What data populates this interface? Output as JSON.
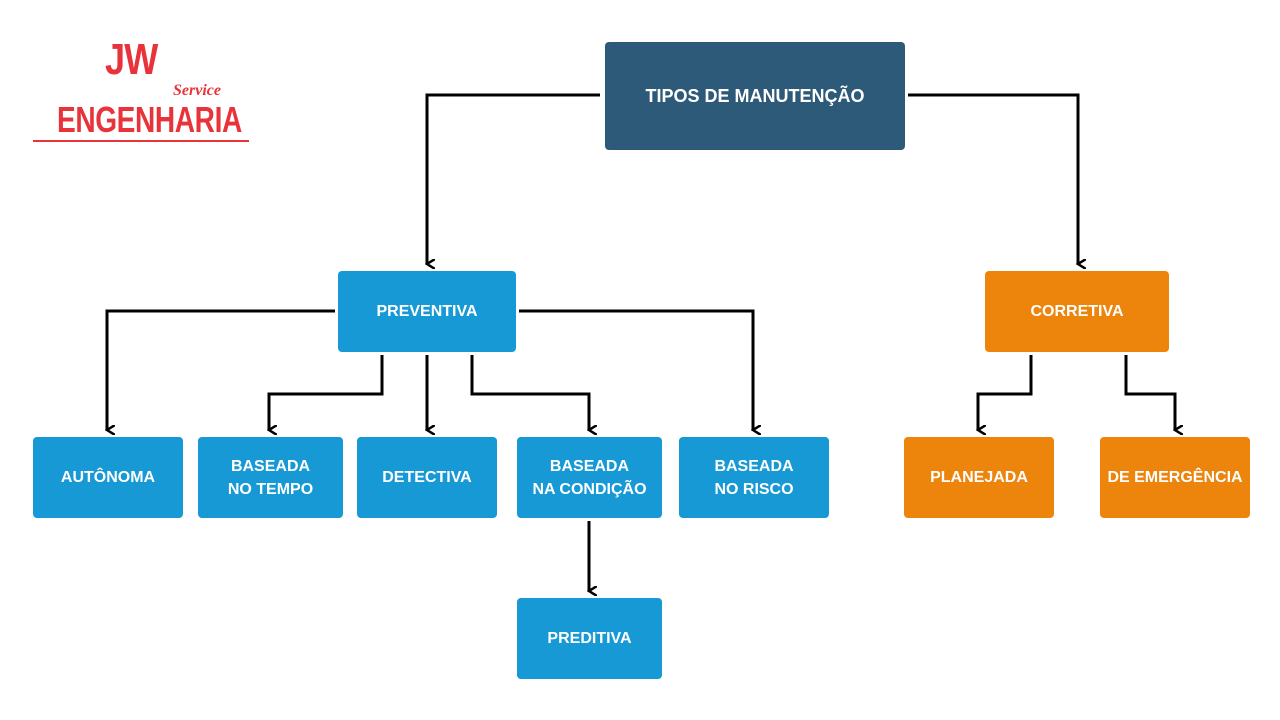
{
  "logo": {
    "jw": "JW",
    "service": "Service",
    "engenharia": "ENGENHARIA"
  },
  "nodes": {
    "root": {
      "line1": "TIPOS DE MANUTENÇÃO"
    },
    "preventiva": {
      "line1": "PREVENTIVA"
    },
    "corretiva": {
      "line1": "CORRETIVA"
    },
    "autonoma": {
      "line1": "AUTÔNOMA"
    },
    "tempo": {
      "line1": "BASEADA",
      "line2": "NO TEMPO"
    },
    "detectiva": {
      "line1": "DETECTIVA"
    },
    "condicao": {
      "line1": "BASEADA",
      "line2": "NA CONDIÇÃO"
    },
    "risco": {
      "line1": "BASEADA",
      "line2": "NO RISCO"
    },
    "preditiva": {
      "line1": "PREDITIVA"
    },
    "planejada": {
      "line1": "PLANEJADA"
    },
    "emergencia": {
      "line1": "DE EMERGÊNCIA"
    }
  },
  "edges": [
    {
      "from": "TIPOS DE MANUTENÇÃO",
      "to": "PREVENTIVA"
    },
    {
      "from": "TIPOS DE MANUTENÇÃO",
      "to": "CORRETIVA"
    },
    {
      "from": "PREVENTIVA",
      "to": "AUTÔNOMA"
    },
    {
      "from": "PREVENTIVA",
      "to": "BASEADA NO TEMPO"
    },
    {
      "from": "PREVENTIVA",
      "to": "DETECTIVA"
    },
    {
      "from": "PREVENTIVA",
      "to": "BASEADA NA CONDIÇÃO"
    },
    {
      "from": "PREVENTIVA",
      "to": "BASEADA NO RISCO"
    },
    {
      "from": "BASEADA NA CONDIÇÃO",
      "to": "PREDITIVA"
    },
    {
      "from": "CORRETIVA",
      "to": "PLANEJADA"
    },
    {
      "from": "CORRETIVA",
      "to": "DE EMERGÊNCIA"
    }
  ],
  "colors": {
    "root": "#2e5a79",
    "preventive": "#1799d5",
    "corrective": "#ed840c",
    "logo": "#e8333a",
    "connector": "#000000"
  }
}
